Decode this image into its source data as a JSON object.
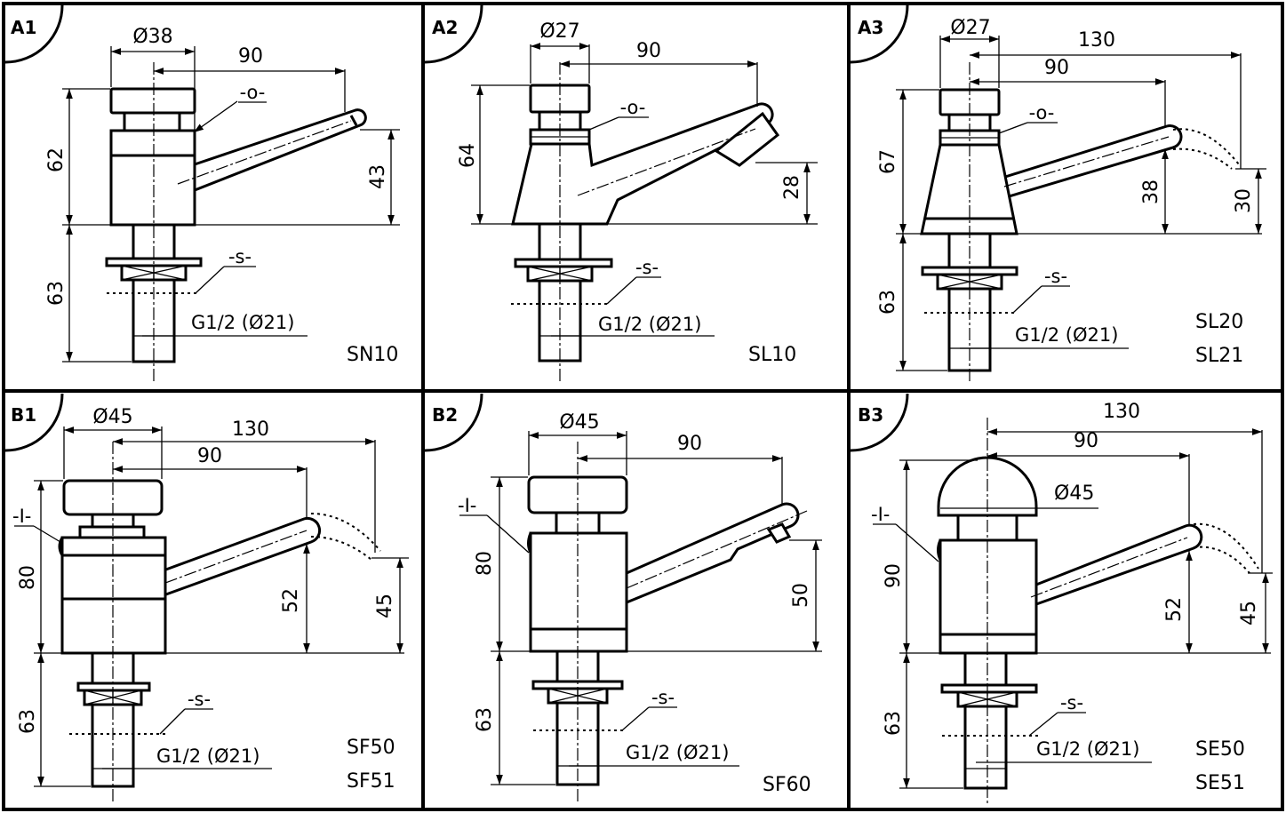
{
  "panels": [
    {
      "tag": "A1",
      "dims": [
        "Ø38",
        "90",
        "62",
        "43",
        "63"
      ],
      "bubble_top": "-o-",
      "bubble_bottom": "-s-",
      "thread": "G1/2 (Ø21)",
      "models": [
        "SN10"
      ]
    },
    {
      "tag": "A2",
      "dims": [
        "Ø27",
        "90",
        "64",
        "28"
      ],
      "bubble_top": "-o-",
      "bubble_bottom": "-s-",
      "thread": "G1/2 (Ø21)",
      "models": [
        "SL10"
      ]
    },
    {
      "tag": "A3",
      "dims": [
        "Ø27",
        "130",
        "90",
        "67",
        "38",
        "30",
        "63"
      ],
      "bubble_top": "-o-",
      "bubble_bottom": "-s-",
      "thread": "G1/2 (Ø21)",
      "models": [
        "SL20",
        "SL21"
      ]
    },
    {
      "tag": "B1",
      "dims": [
        "Ø45",
        "130",
        "90",
        "80",
        "52",
        "45",
        "63"
      ],
      "bubble_top": "-I-",
      "bubble_bottom": "-s-",
      "thread": "G1/2 (Ø21)",
      "models": [
        "SF50",
        "SF51"
      ]
    },
    {
      "tag": "B2",
      "dims": [
        "Ø45",
        "90",
        "80",
        "50",
        "63"
      ],
      "bubble_top": "-I-",
      "bubble_bottom": "-s-",
      "thread": "G1/2 (Ø21)",
      "models": [
        "SF60"
      ]
    },
    {
      "tag": "B3",
      "dims": [
        "130",
        "90",
        "Ø45",
        "90",
        "52",
        "45",
        "63"
      ],
      "bubble_top": "-I-",
      "bubble_bottom": "-s-",
      "thread": "G1/2 (Ø21)",
      "models": [
        "SE50",
        "SE51"
      ]
    }
  ]
}
